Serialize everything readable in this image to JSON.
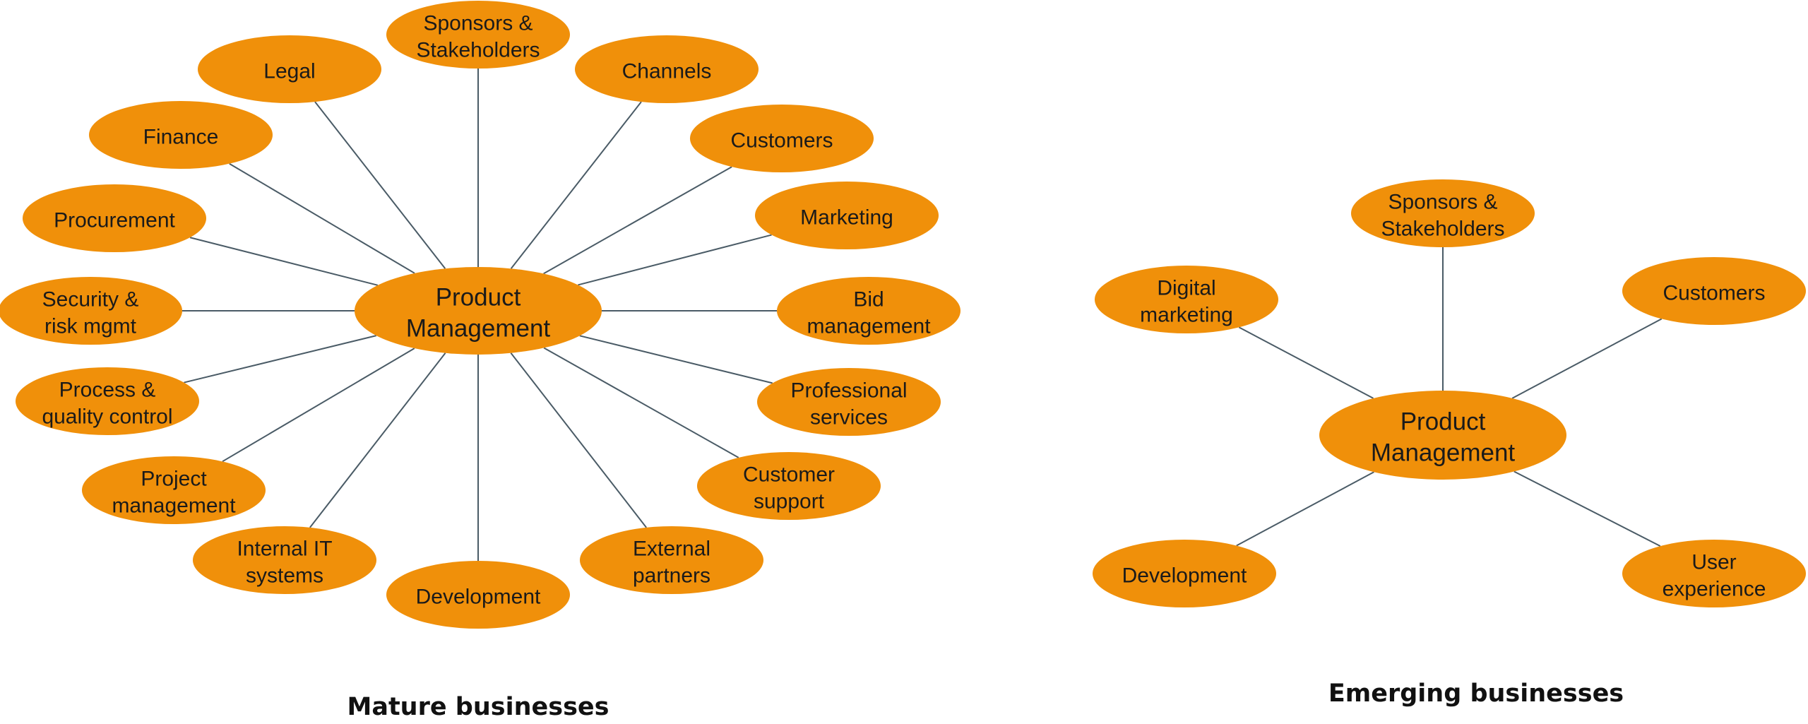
{
  "colors": {
    "node_fill": "#F0900A",
    "link_stroke": "#4A5B66",
    "text": "#1A1A1A"
  },
  "diagrams": [
    {
      "caption": "Mature businesses",
      "hub": [
        "Product",
        "Management"
      ],
      "nodes": [
        {
          "id": "sponsors-stakeholders",
          "lines": [
            "Sponsors &",
            "Stakeholders"
          ]
        },
        {
          "id": "channels",
          "lines": [
            "Channels"
          ]
        },
        {
          "id": "customers",
          "lines": [
            "Customers"
          ]
        },
        {
          "id": "marketing",
          "lines": [
            "Marketing"
          ]
        },
        {
          "id": "bid-management",
          "lines": [
            "Bid",
            "management"
          ]
        },
        {
          "id": "professional-services",
          "lines": [
            "Professional",
            "services"
          ]
        },
        {
          "id": "customer-support",
          "lines": [
            "Customer",
            "support"
          ]
        },
        {
          "id": "external-partners",
          "lines": [
            "External",
            "partners"
          ]
        },
        {
          "id": "development",
          "lines": [
            "Development"
          ]
        },
        {
          "id": "internal-it-systems",
          "lines": [
            "Internal IT",
            "systems"
          ]
        },
        {
          "id": "project-management",
          "lines": [
            "Project",
            "management"
          ]
        },
        {
          "id": "process-quality-control",
          "lines": [
            "Process &",
            "quality control"
          ]
        },
        {
          "id": "security-risk-mgmt",
          "lines": [
            "Security &",
            "risk mgmt"
          ]
        },
        {
          "id": "procurement",
          "lines": [
            "Procurement"
          ]
        },
        {
          "id": "finance",
          "lines": [
            "Finance"
          ]
        },
        {
          "id": "legal",
          "lines": [
            "Legal"
          ]
        }
      ]
    },
    {
      "caption": "Emerging businesses",
      "hub": [
        "Product",
        "Management"
      ],
      "nodes": [
        {
          "id": "sponsors-stakeholders",
          "lines": [
            "Sponsors &",
            "Stakeholders"
          ]
        },
        {
          "id": "customers",
          "lines": [
            "Customers"
          ]
        },
        {
          "id": "user-experience",
          "lines": [
            "User",
            "experience"
          ]
        },
        {
          "id": "development",
          "lines": [
            "Development"
          ]
        },
        {
          "id": "digital-marketing",
          "lines": [
            "Digital",
            "marketing"
          ]
        }
      ]
    }
  ]
}
